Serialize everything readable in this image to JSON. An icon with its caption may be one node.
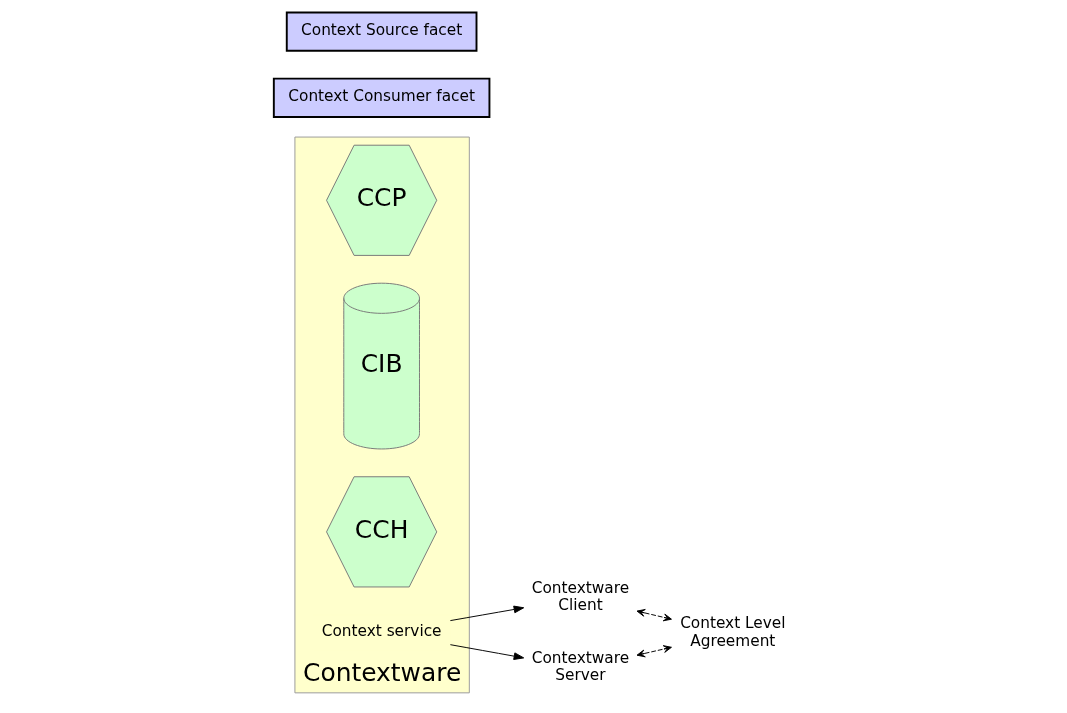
{
  "diagram": {
    "nodes": [
      {
        "text": [
          "Contextware"
        ]
      },
      {
        "text": [
          "Context Consumer facet"
        ]
      },
      {
        "text": [
          "CCP"
        ],
        "in": 0
      },
      {
        "text": [
          "CIB"
        ],
        "in": 0
      },
      {
        "text": [
          "CCH"
        ],
        "in": 0
      },
      {
        "text": [
          "Context Source facet"
        ]
      },
      {
        "text": [
          "Contextware Client"
        ]
      },
      {
        "text": [
          "Context service"
        ],
        "in": 0
      },
      {
        "text": [
          "Contextware Server"
        ]
      },
      {
        "text": [
          "Context Level Agreement"
        ]
      }
    ],
    "edges": [
      {
        "from": 7,
        "to": 6,
        "arrow": "to"
      },
      {
        "from": 7,
        "to": 8,
        "arrow": "to"
      },
      {
        "from": 6,
        "to": 9,
        "arrow": "both",
        "style": "dashed"
      },
      {
        "from": 8,
        "to": 9,
        "arrow": "both",
        "style": "dashed"
      }
    ]
  }
}
